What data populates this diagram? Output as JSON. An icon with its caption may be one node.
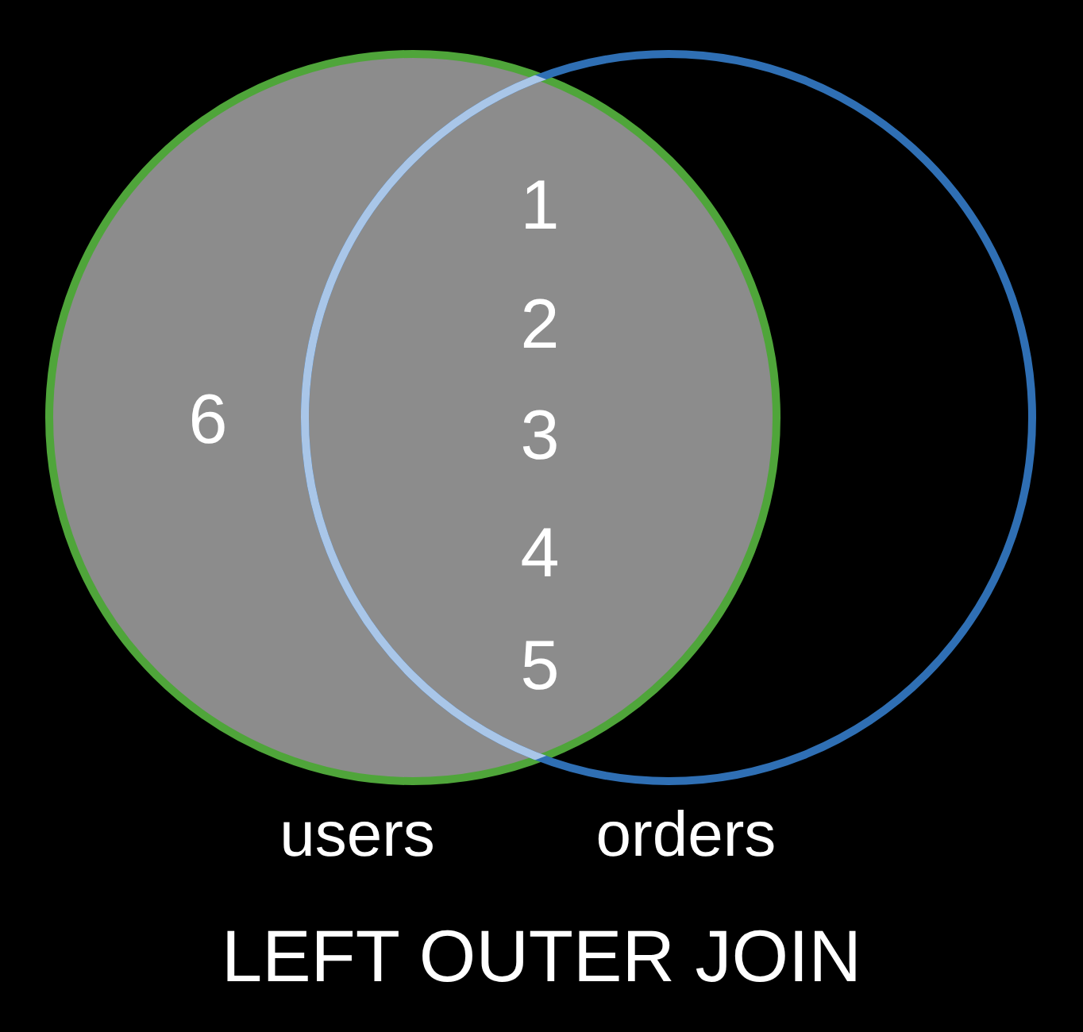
{
  "diagram": {
    "caption": "LEFT OUTER JOIN",
    "nodes": [
      {
        "text": [
          "users"
        ]
      },
      {
        "text": [
          "orders"
        ]
      }
    ],
    "labels": [
      "1",
      "2",
      "6",
      "3",
      "4",
      "5"
    ]
  }
}
